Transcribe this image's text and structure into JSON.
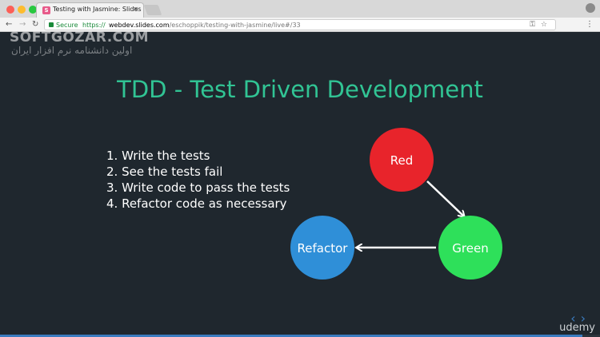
{
  "browser": {
    "tab_title": "Testing with Jasmine: Slides",
    "tab_favicon": "S",
    "tab_close": "✕",
    "secure_label": "Secure",
    "url_scheme": "https://",
    "url_host": "webdev.slides.com",
    "url_path": "/eschoppik/testing-with-jasmine/live#/33"
  },
  "watermark": {
    "title": "SOFTGOZAR.COM",
    "subtitle": "اولین دانشنامه نرم افزار ایران"
  },
  "slide": {
    "title": "TDD - Test Driven Development",
    "steps": [
      "1. Write the tests",
      "2. See the tests fail",
      "3. Write code to pass the tests",
      "4. Refactor code as necessary"
    ],
    "cycle": {
      "nodes": [
        {
          "label": "Red",
          "color": "#e8242b"
        },
        {
          "label": "Green",
          "color": "#2ee05a"
        },
        {
          "label": "Refactor",
          "color": "#2f8fd8"
        }
      ]
    }
  },
  "footer": {
    "brand": "udemy",
    "prev_icon": "‹",
    "next_icon": "›",
    "progress": 0.97
  },
  "icons": {
    "back": "back-arrow-icon",
    "forward": "forward-arrow-icon",
    "reload": "reload-icon",
    "lock": "lock-icon",
    "key": "key-icon",
    "star": "star-icon",
    "menu": "menu-icon",
    "profile": "profile-icon"
  }
}
